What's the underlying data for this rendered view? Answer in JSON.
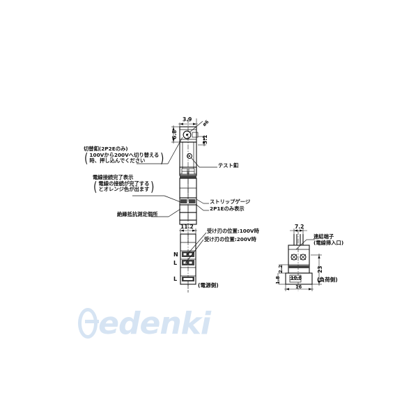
{
  "document": {
    "kind": "technical-drawing",
    "watermark": "edenki",
    "watermark_color": "#d6e4f3",
    "background_color": "#ffffff",
    "line_color": "#111111"
  },
  "annotations": {
    "switch_button": {
      "title": "切替釦(2P2Eのみ)",
      "line1": "100Vから200Vへ切り替える",
      "line2": "時、押し込んでください"
    },
    "connection_indicator": {
      "title": "電線接続完了表示",
      "line1": "電線の接続が完了する",
      "line2": "とオレンジ色が出ます"
    },
    "insulation_point": "絶縁抵抗測定個所",
    "test_button": "テスト釦",
    "strip_gauge": "ストリップゲージ",
    "display_2p1e": "2P1Eのみ表示",
    "blade_100v": "受け刃の位置:100V時",
    "blade_200v": "受け刃の位置:200V時",
    "link_terminal": {
      "title": "連結端子",
      "sub": "(電線挿入口)"
    },
    "power_side": "(電源側)",
    "load_side": "(負荷側)"
  },
  "dimensions": {
    "main": {
      "top_width": "3.9",
      "left_height": "6.8",
      "diameter": "ø6",
      "right_height": "3.1",
      "body_width": "11.2"
    },
    "detail": {
      "top_width": "7.2",
      "right_height": "23",
      "inner_width": "10.8",
      "outer_width": "16",
      "left_small_1": "1.8",
      "left_small_2": "2.2"
    }
  },
  "terminals": {
    "labels": [
      "N",
      "L",
      "L"
    ]
  }
}
